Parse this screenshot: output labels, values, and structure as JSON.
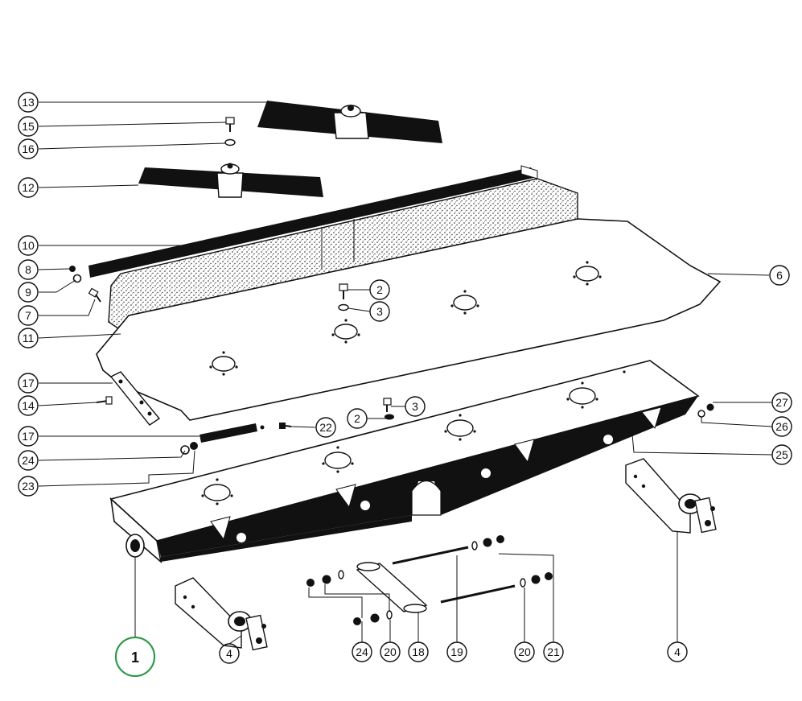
{
  "callouts": [
    {
      "id": "c13",
      "text": "13"
    },
    {
      "id": "c15",
      "text": "15"
    },
    {
      "id": "c16",
      "text": "16"
    },
    {
      "id": "c12",
      "text": "12"
    },
    {
      "id": "c10",
      "text": "10"
    },
    {
      "id": "c8",
      "text": "8"
    },
    {
      "id": "c9",
      "text": "9"
    },
    {
      "id": "c7",
      "text": "7"
    },
    {
      "id": "c11",
      "text": "11"
    },
    {
      "id": "c2a",
      "text": "2"
    },
    {
      "id": "c3a",
      "text": "3"
    },
    {
      "id": "c6",
      "text": "6"
    },
    {
      "id": "c17a",
      "text": "17"
    },
    {
      "id": "c14",
      "text": "14"
    },
    {
      "id": "c17b",
      "text": "17"
    },
    {
      "id": "c24a",
      "text": "24"
    },
    {
      "id": "c23",
      "text": "23"
    },
    {
      "id": "c22",
      "text": "22"
    },
    {
      "id": "c2b",
      "text": "2"
    },
    {
      "id": "c3b",
      "text": "3"
    },
    {
      "id": "c27",
      "text": "27"
    },
    {
      "id": "c26",
      "text": "26"
    },
    {
      "id": "c25",
      "text": "25"
    },
    {
      "id": "c4a",
      "text": "4"
    },
    {
      "id": "c24b",
      "text": "24"
    },
    {
      "id": "c20a",
      "text": "20"
    },
    {
      "id": "c18",
      "text": "18"
    },
    {
      "id": "c19",
      "text": "19"
    },
    {
      "id": "c20b",
      "text": "20"
    },
    {
      "id": "c21",
      "text": "21"
    },
    {
      "id": "c4b",
      "text": "4"
    },
    {
      "id": "c1",
      "text": "1"
    }
  ],
  "colors": {
    "ink": "#111111",
    "highlight": "#2e9a4a",
    "background": "#ffffff"
  }
}
